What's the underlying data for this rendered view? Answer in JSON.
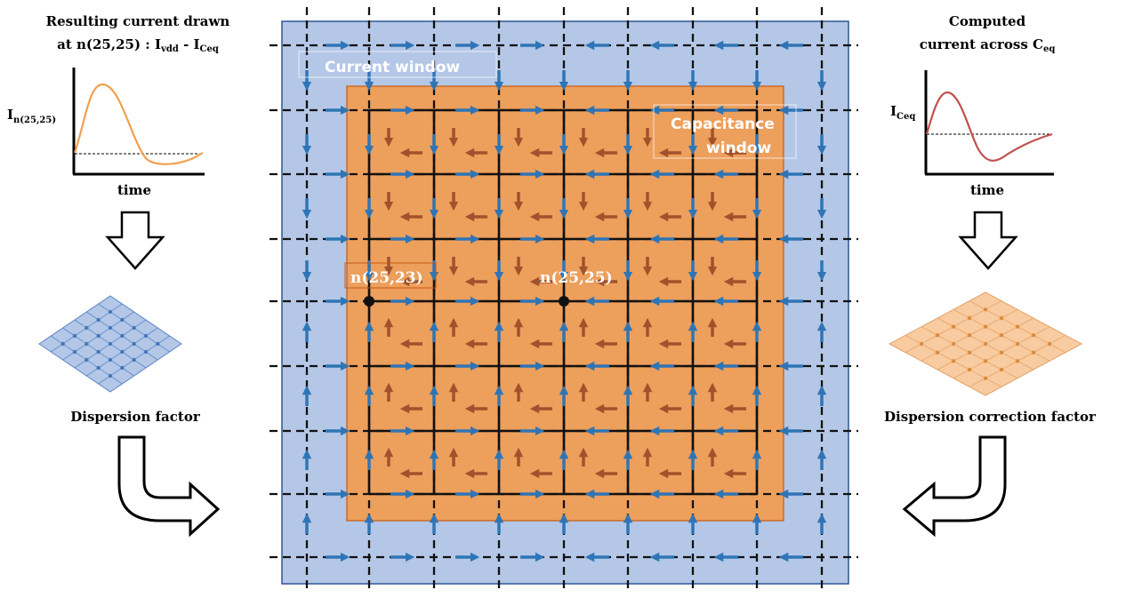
{
  "left_panel": {
    "title_line1": "Resulting current drawn",
    "title_line2_prefix": "at n(25,25) : I",
    "title_line2_sub1": "vdd",
    "title_line2_mid": " - I",
    "title_line2_sub2": "Ceq",
    "ylabel_main": "I",
    "ylabel_sub": "n(25,25)",
    "xlabel": "time",
    "caption": "Dispersion factor",
    "curve_color": "#F0A050",
    "arrow_icon": "hollow-down-arrow-icon",
    "mesh_icon": "blue-grid-mesh-icon"
  },
  "right_panel": {
    "title_line1": "Computed",
    "title_line2_prefix": "current across C",
    "title_line2_sub": "eq",
    "ylabel_main": "I",
    "ylabel_sub": "Ceq",
    "xlabel": "time",
    "caption": "Dispersion correction factor",
    "curve_color": "#C0504D",
    "arrow_icon": "hollow-down-arrow-icon",
    "mesh_icon": "orange-grid-mesh-icon"
  },
  "center": {
    "current_window_label": "Current window",
    "capacitance_window_label_line1": "Capacitance",
    "capacitance_window_label_line2": "window",
    "node_a_label": "n(25,23)",
    "node_b_label": "n(25,25)",
    "current_window_color": "#B4C7E7",
    "capacitance_window_color": "#ED9F5C",
    "blue_arrow_color": "#2E75B6",
    "brown_arrow_color": "#A0522D"
  },
  "bottom_arrows": {
    "left_icon": "hollow-bent-arrow-right-icon",
    "right_icon": "hollow-bent-arrow-left-icon"
  }
}
